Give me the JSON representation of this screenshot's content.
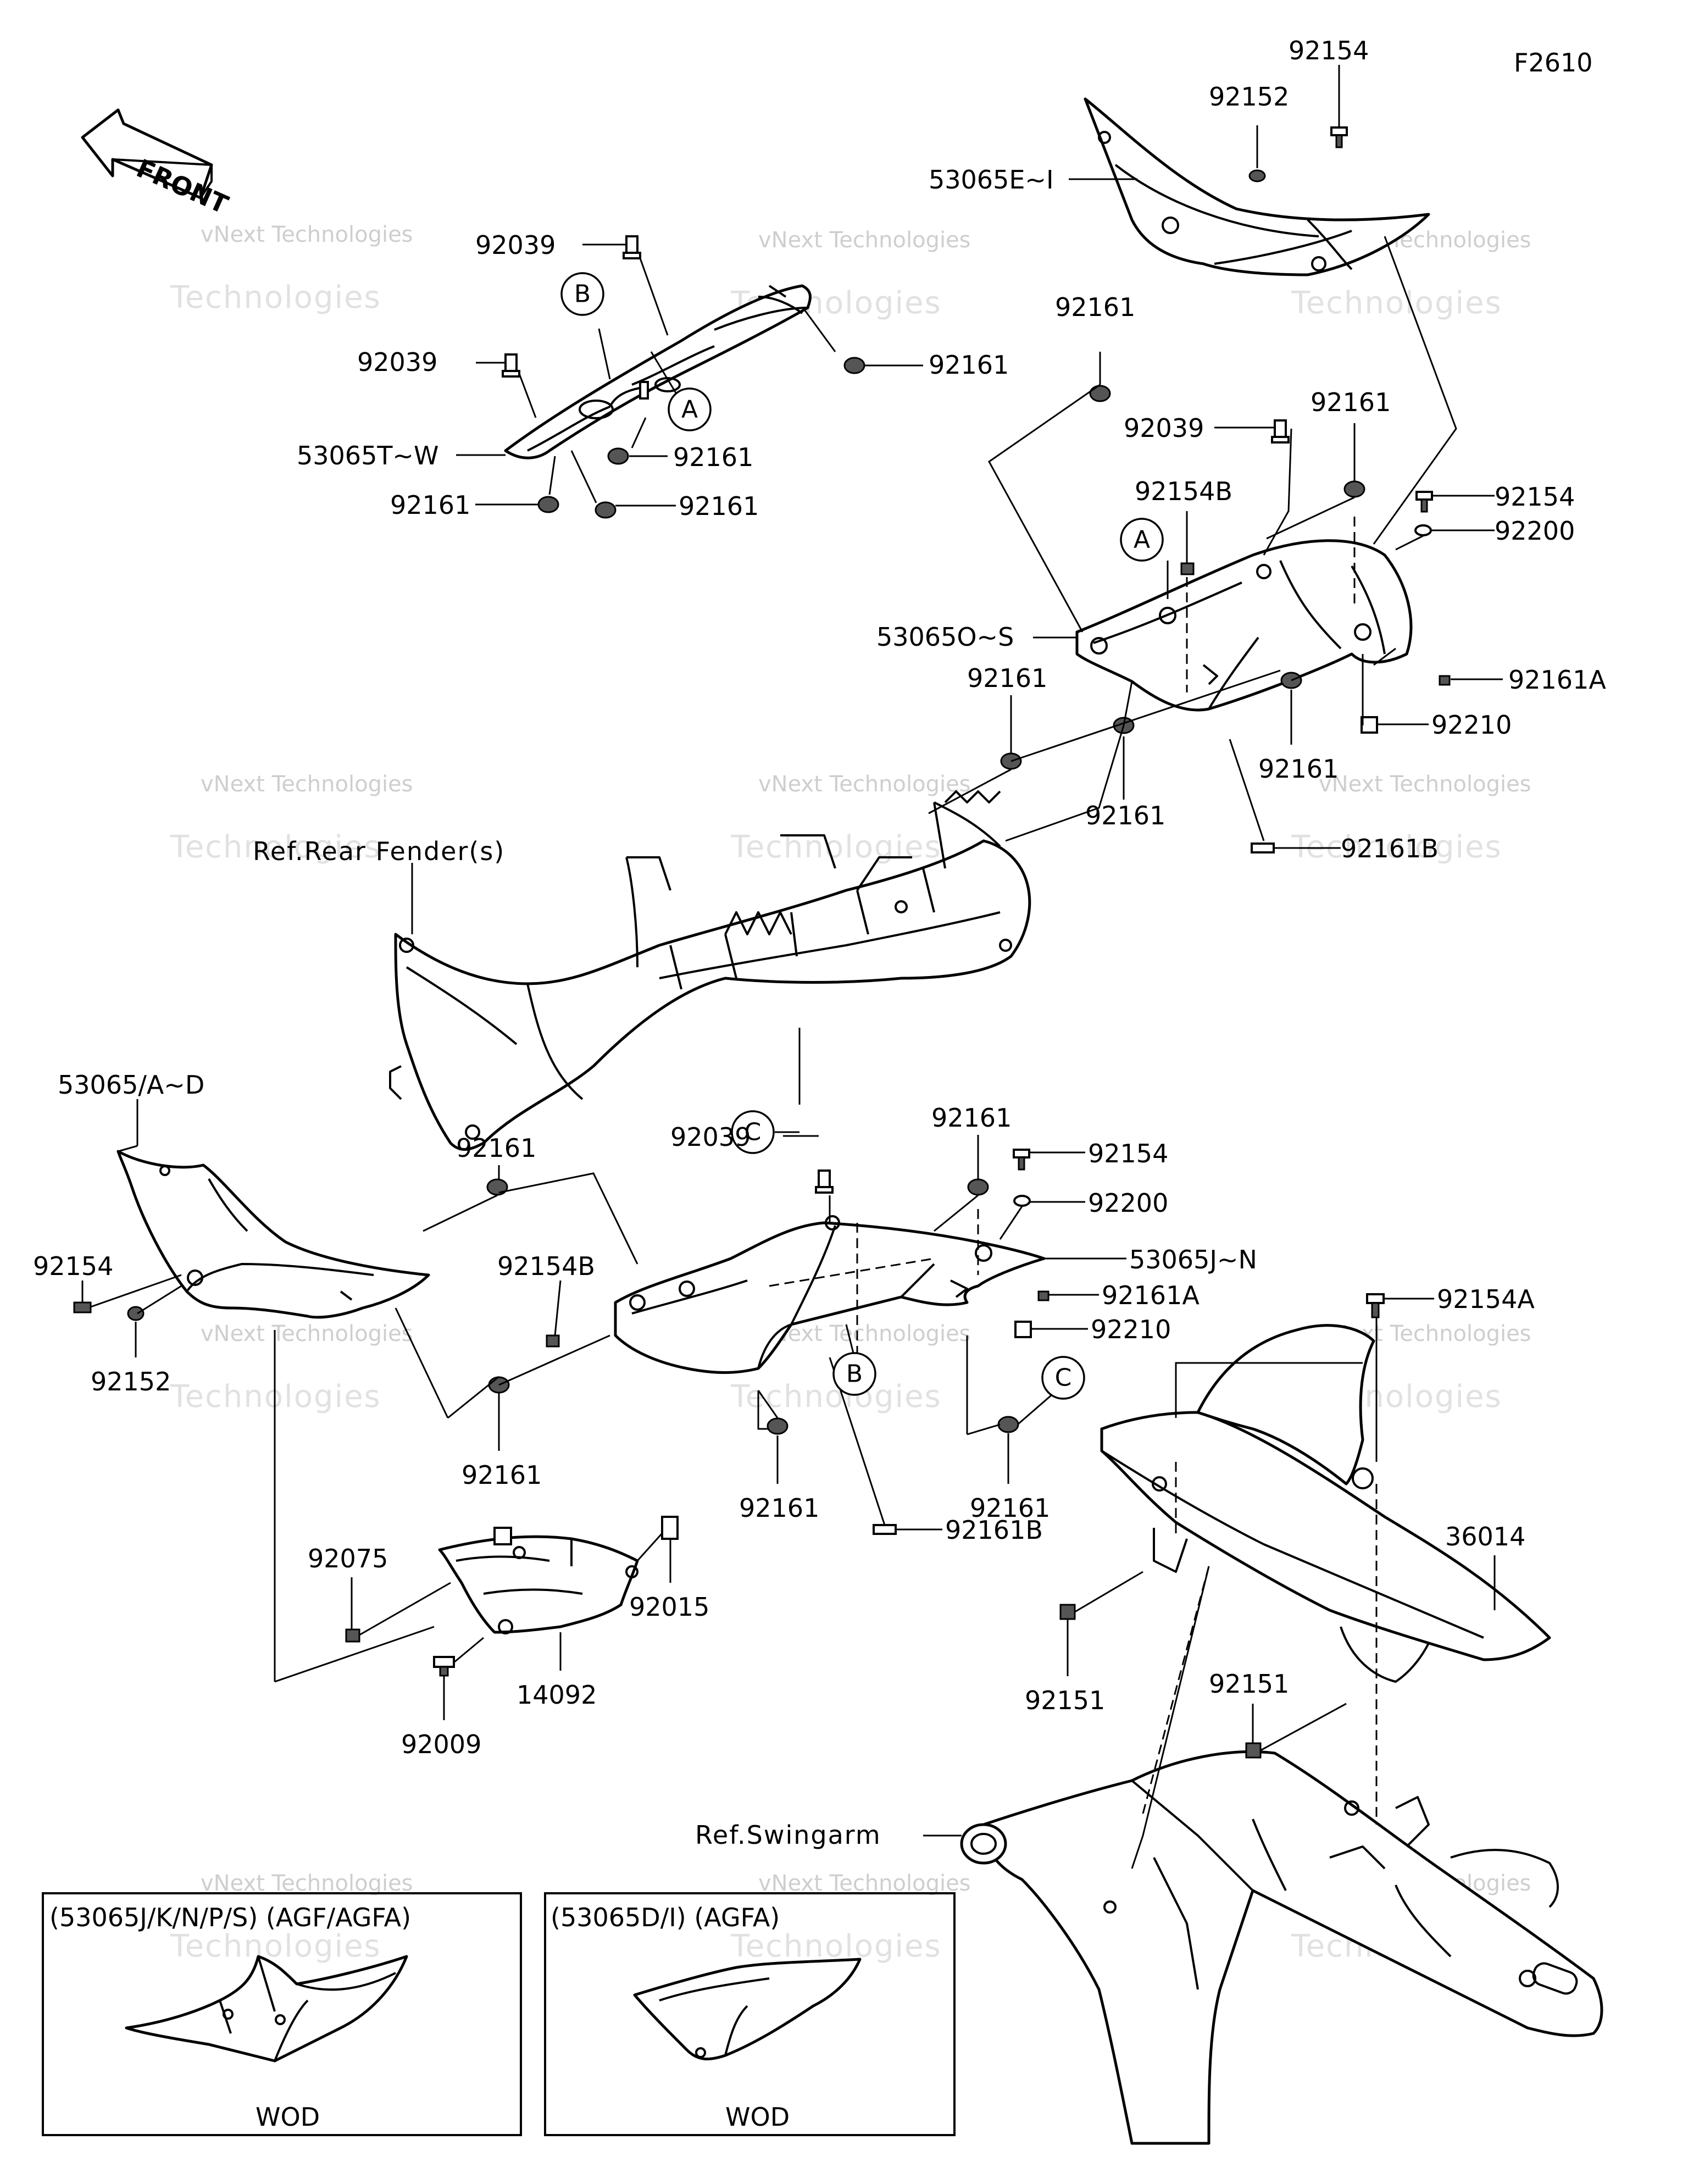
{
  "figure_code": "F2610",
  "front_badge": "FRONT",
  "watermark": {
    "line1": "vNext Technologies",
    "line2": "Technologies"
  },
  "part_labels": {
    "p_92154_top": "92154",
    "p_92152_top": "92152",
    "p_53065E_I": "53065E~I",
    "p_92039_a": "92039",
    "p_92039_b": "92039",
    "p_53065T_W": "53065T~W",
    "p_92161_a": "92161",
    "p_92161_b": "92161",
    "p_92161_c": "92161",
    "p_92161_d": "92161",
    "p_92161_e": "92161",
    "p_92039_c": "92039",
    "p_92161_f": "92161",
    "p_92154B_a": "92154B",
    "p_92154_b": "92154",
    "p_92200_a": "92200",
    "p_53065O_S": "53065O~S",
    "p_92161A_a": "92161A",
    "p_92161_g": "92161",
    "p_92210_a": "92210",
    "p_92161_h": "92161",
    "p_92161_i": "92161",
    "p_92161B_a": "92161B",
    "p_53065_A_D": "53065/A~D",
    "p_92161_j": "92161",
    "p_92039_d": "92039",
    "p_92161_k": "92161",
    "p_92154_c": "92154",
    "p_92200_b": "92200",
    "p_53065J_N": "53065J~N",
    "p_92154B_b": "92154B",
    "p_92161A_b": "92161A",
    "p_92154_d": "92154",
    "p_92210_b": "92210",
    "p_92154A": "92154A",
    "p_92152_b": "92152",
    "p_92161_l": "92161",
    "p_92161_m": "92161",
    "p_92161_n": "92161",
    "p_92161B_b": "92161B",
    "p_92075": "92075",
    "p_92015": "92015",
    "p_36014": "36014",
    "p_92151_a": "92151",
    "p_92151_b": "92151",
    "p_14092": "14092",
    "p_92009": "92009"
  },
  "references": {
    "rear_fender": "Ref.Rear Fender(s)",
    "swingarm": "Ref.Swingarm"
  },
  "callouts": {
    "a1": "A",
    "a2": "A",
    "b1": "B",
    "b2": "B",
    "c1": "C",
    "c2": "C"
  },
  "insets": {
    "left_title": "(53065J/K/N/P/S) (AGF/AGFA)",
    "left_caption": "WOD",
    "right_title": "(53065D/I)        (AGFA)",
    "right_caption": "WOD"
  }
}
